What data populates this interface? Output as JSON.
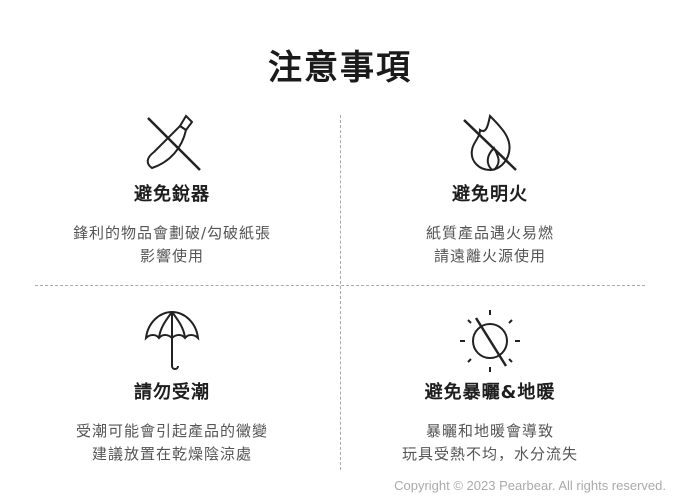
{
  "title": "注意事項",
  "items": [
    {
      "icon": "no-knife-icon",
      "heading": "避免銳器",
      "lines": [
        "鋒利的物品會劃破/勾破紙張",
        "影響使用"
      ]
    },
    {
      "icon": "no-fire-icon",
      "heading": "避免明火",
      "lines": [
        "紙質產品遇火易燃",
        "請遠離火源使用"
      ]
    },
    {
      "icon": "umbrella-icon",
      "heading": "請勿受潮",
      "lines": [
        "受潮可能會引起產品的黴變",
        "建議放置在乾燥陰涼處"
      ]
    },
    {
      "icon": "no-sun-icon",
      "heading": "避免暴曬&地暖",
      "lines": [
        "暴曬和地暖會導致",
        "玩具受熱不均，水分流失"
      ]
    }
  ],
  "copyright": "Copyright © 2023 Pearbear. All rights reserved."
}
